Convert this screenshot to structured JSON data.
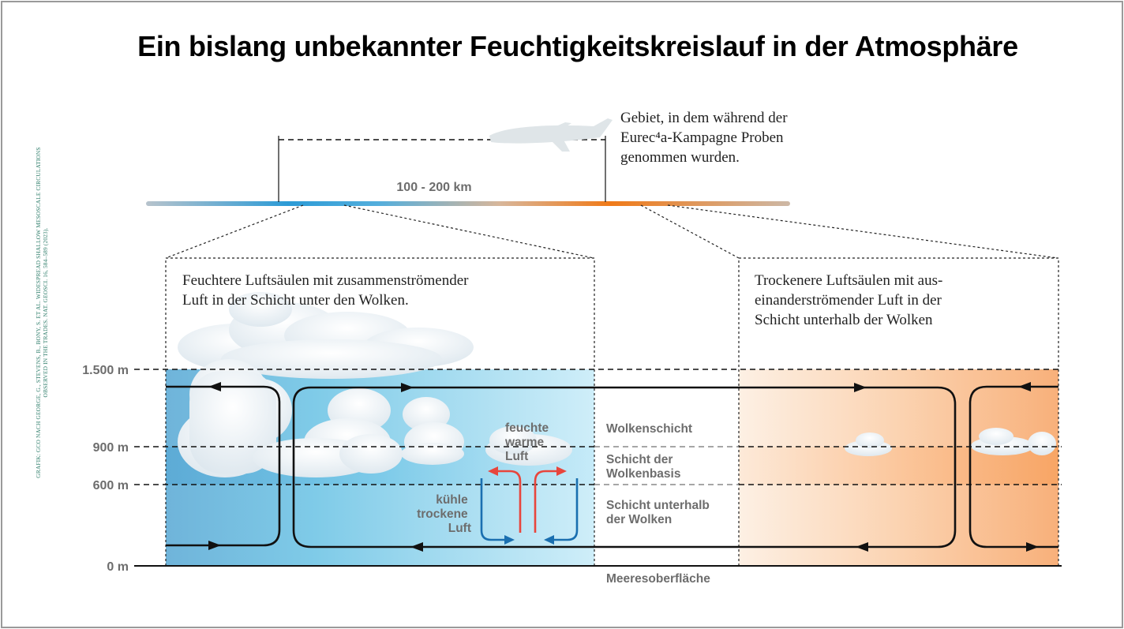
{
  "title": "Ein bislang unbekannter Feuchtigkeitskreislauf in der Atmosphäre",
  "credit": {
    "line1": "GRAFIK: GCO NACH GEORGE, G., STEVENS, B., BONY, S. ET AL. WIDESPREAD SHALLOW MESOSCALE CIRCULATIONS",
    "line2": "OBSERVED IN THE TRADES. NAT. GEOSCI. 16, 584–589 (2023)."
  },
  "top": {
    "distance_label": "100 - 200 km",
    "sampling_note": [
      "Gebiet, in dem während der",
      "Eurec⁴a-Kampagne Proben",
      "genommen wurden."
    ],
    "airplane_icon": "airplane-icon"
  },
  "panels": {
    "left_caption": [
      "Feuchtere Luftsäulen mit zusammenströmender",
      "Luft in der Schicht unter den Wolken."
    ],
    "right_caption": [
      "Trockenere Luftsäulen mit aus-",
      "einanderströmender Luft in der",
      "Schicht unterhalb der Wolken"
    ]
  },
  "altitudes": [
    "1.500 m",
    "900 m",
    "600 m",
    "0 m"
  ],
  "layers": {
    "cloud_layer": "Wolkenschicht",
    "cloud_base_layer": [
      "Schicht der",
      "Wolkenbasis"
    ],
    "sub_cloud_layer": [
      "Schicht unterhalb",
      "der Wolken"
    ],
    "surface": "Meeresoberfläche"
  },
  "air": {
    "moist_warm": [
      "feuchte",
      "warme",
      "Luft"
    ],
    "cool_dry": [
      "kühle",
      "trockene",
      "Luft"
    ]
  },
  "colors": {
    "moist_blue": "#7cc6e6",
    "dry_orange": "#f7a86a",
    "warm_arrow": "#e8453c",
    "cool_arrow": "#1a6fb0",
    "label_gray": "#6d6d6d",
    "credit_green": "#2e7d6a"
  }
}
